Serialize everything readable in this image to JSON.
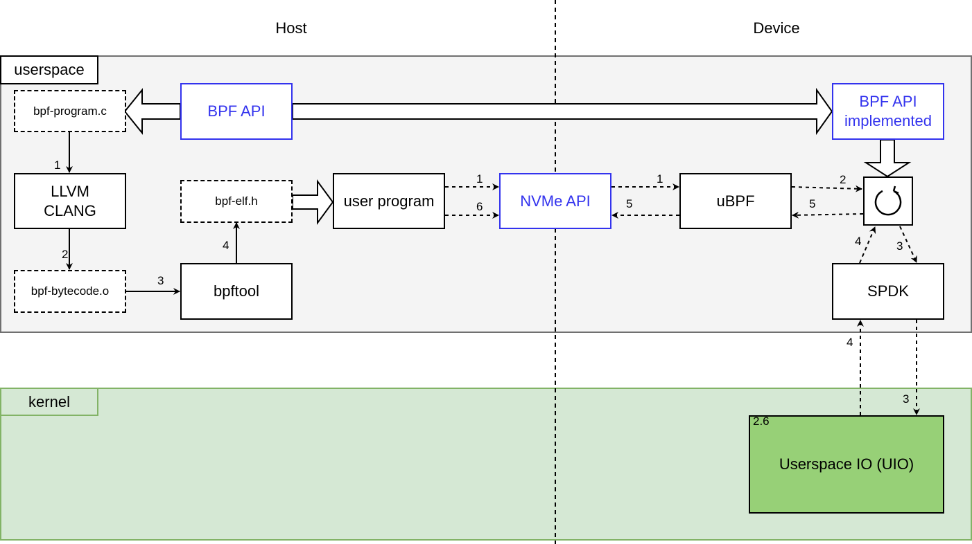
{
  "columns": {
    "host": "Host",
    "device": "Device"
  },
  "regions": {
    "userspace": "userspace",
    "kernel": "kernel"
  },
  "nodes": {
    "bpf_program": "bpf-program.c",
    "bpf_api": "BPF API",
    "bpf_api_impl_line1": "BPF API",
    "bpf_api_impl_line2": "implemented",
    "llvm_line1": "LLVM",
    "llvm_line2": "CLANG",
    "bpf_elf": "bpf-elf.h",
    "user_program": "user program",
    "nvme_api": "NVMe API",
    "ubpf": "uBPF",
    "bpf_bytecode": "bpf-bytecode.o",
    "bpftool": "bpftool",
    "spdk": "SPDK",
    "uio": "Userspace IO (UIO)",
    "uio_corner": "2.6"
  },
  "loop_icon": "refresh-loop-icon",
  "edge_labels": {
    "bpf_to_llvm": "1",
    "llvm_to_bytecode": "2",
    "bytecode_to_bpftool": "3",
    "bpftool_to_elf": "4",
    "user_to_nvme_1": "1",
    "user_to_nvme_6": "6",
    "nvme_to_ubpf": "1",
    "ubpf_to_nvme": "5",
    "ubpf_to_loop": "2",
    "loop_to_ubpf": "5",
    "spdk_to_loop": "4",
    "loop_to_spdk": "3",
    "uio_to_spdk": "4",
    "spdk_to_uio": "3"
  },
  "colors": {
    "blue": "#3333ee",
    "kernel_fill": "#d5e8d4",
    "kernel_border": "#82b366",
    "uio_fill": "#97d077",
    "userspace_fill": "#f4f4f4"
  }
}
